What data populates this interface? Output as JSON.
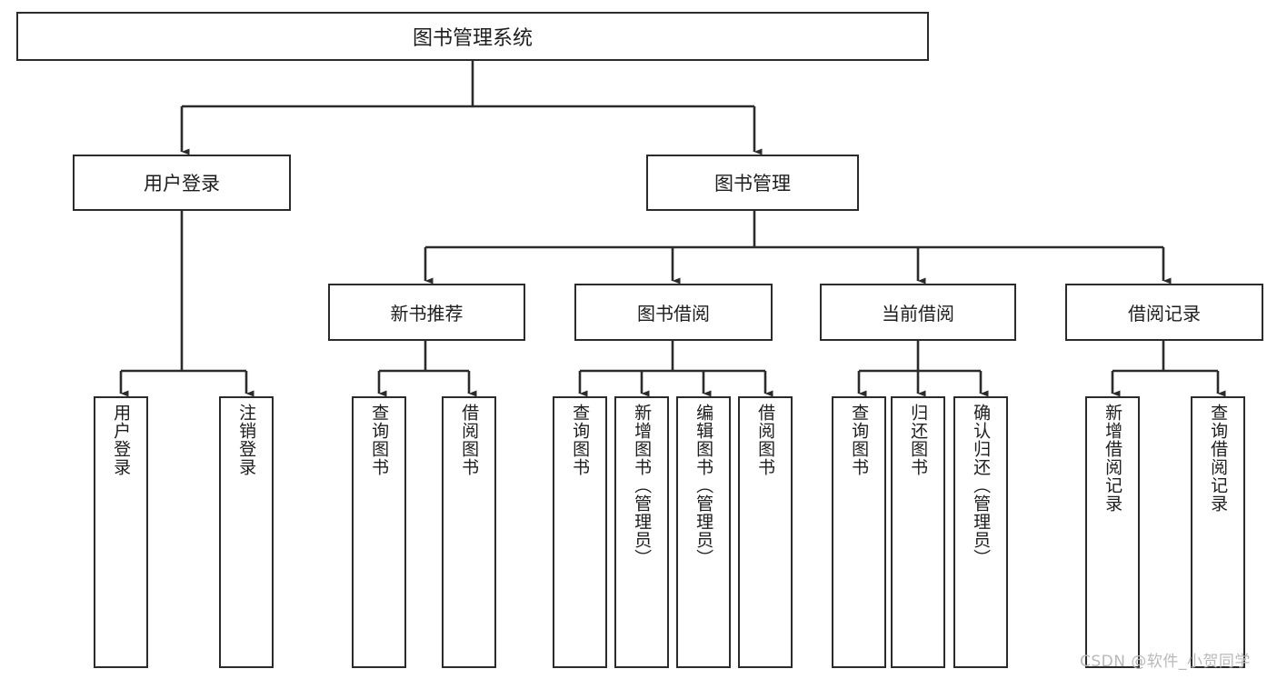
{
  "diagram": {
    "title": "图书管理系统",
    "type": "hierarchy-tree",
    "colors": {
      "background": "#ffffff",
      "border": "#2b2b2b",
      "connector": "#2b2b2b",
      "text": "#1d1d1d",
      "watermark": "#b9b9b9"
    },
    "root": {
      "label": "图书管理系统"
    },
    "level2": [
      {
        "label": "用户登录"
      },
      {
        "label": "图书管理"
      }
    ],
    "level3": [
      {
        "label": "新书推荐"
      },
      {
        "label": "图书借阅"
      },
      {
        "label": "当前借阅"
      },
      {
        "label": "借阅记录"
      }
    ],
    "leaves": {
      "user_login": [
        {
          "label": "用户登录"
        },
        {
          "label": "注销登录"
        }
      ],
      "new_book_recommend": [
        {
          "label": "查询图书"
        },
        {
          "label": "借阅图书"
        }
      ],
      "book_borrow": [
        {
          "label": "查询图书"
        },
        {
          "label": "新增图书（管理员）"
        },
        {
          "label": "编辑图书（管理员）"
        },
        {
          "label": "借阅图书"
        }
      ],
      "current_borrow": [
        {
          "label": "查询图书"
        },
        {
          "label": "归还图书"
        },
        {
          "label": "确认归还（管理员）"
        }
      ],
      "borrow_record": [
        {
          "label": "新增借阅记录"
        },
        {
          "label": "查询借阅记录"
        }
      ]
    },
    "watermark": "CSDN @软件_小贺同学"
  }
}
